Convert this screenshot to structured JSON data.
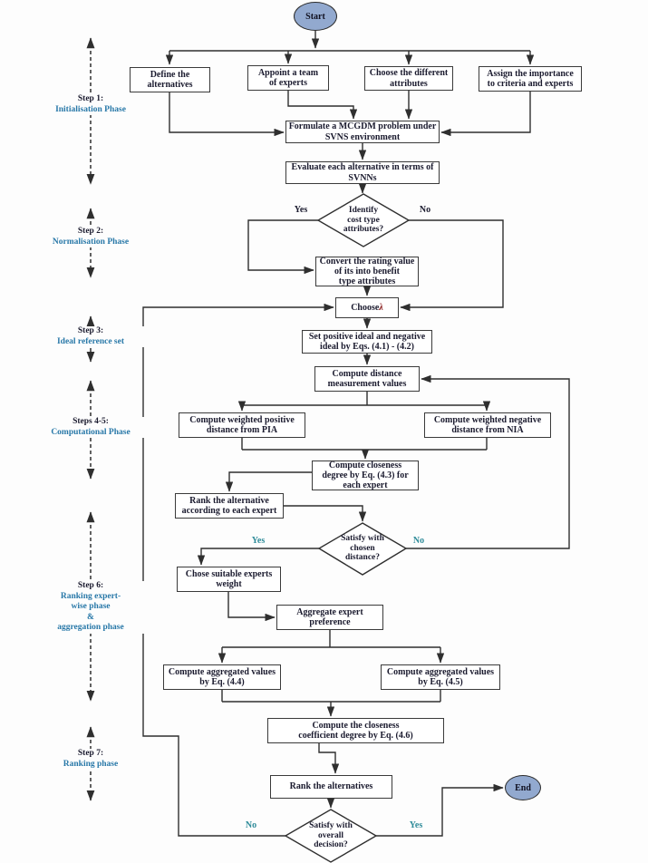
{
  "colors": {
    "terminal_fill": "#92a9cf",
    "branch_label": "#2e8b99",
    "phase_label": "#2878a8",
    "text": "#1a1a2e",
    "line": "#2f2f2f"
  },
  "terminals": {
    "start": "Start",
    "end": "End"
  },
  "steps": [
    {
      "title": "Step 1:",
      "phase": "Initialisation Phase"
    },
    {
      "title": "Step 2:",
      "phase": "Normalisation Phase"
    },
    {
      "title": "Step 3:",
      "phase": "Ideal reference set"
    },
    {
      "title": "Steps 4-5:",
      "phase": "Computational Phase"
    },
    {
      "title": "Step 6:",
      "phase": "Ranking expert-\nwise phase\n&\naggregation phase"
    },
    {
      "title": "Step 7:",
      "phase": "Ranking phase"
    }
  ],
  "nodes": {
    "define": {
      "label": "Define the\nalternatives"
    },
    "appoint": {
      "label": "Appoint a team\nof experts"
    },
    "attributes": {
      "label": "Choose the different\nattributes"
    },
    "assign": {
      "label": "Assign the importance\nto criteria and experts"
    },
    "formulate": {
      "label": "Formulate a MCGDM problem under\nSVNS environment"
    },
    "evaluate": {
      "label": "Evaluate each alternative in terms of\nSVNNs"
    },
    "convert": {
      "label": "Convert the rating value\nof its into benefit\ntype attributes"
    },
    "choose_lambda": {
      "prefix": "Choose ",
      "symbol": "λ"
    },
    "set_ideal": {
      "label": "Set positive ideal and negative\nideal by Eqs. (4.1) - (4.2)"
    },
    "distance": {
      "label": "Compute distance\nmeasurement values"
    },
    "weighted_positive": {
      "label": "Compute weighted positive\ndistance from PIA"
    },
    "weighted_negative": {
      "label": "Compute weighted negative\ndistance from NIA"
    },
    "closeness": {
      "label": "Compute closeness\ndegree by Eq. (4.3) for\neach expert"
    },
    "rank_expert": {
      "label": "Rank the alternative\naccording to each expert"
    },
    "experts_weight": {
      "label": "Chose suitable experts\nweight"
    },
    "aggregate": {
      "label": "Aggregate expert\npreference"
    },
    "agg_44": {
      "label": "Compute aggregated values\nby Eq. (4.4)"
    },
    "agg_45": {
      "label": "Compute aggregated values\nby Eq. (4.5)"
    },
    "closeness_coeff": {
      "label": "Compute the closeness\ncoefficient degree by Eq. (4.6)"
    },
    "rank_final": {
      "label": "Rank the alternatives"
    }
  },
  "decisions": {
    "cost_type": {
      "label": "Identify\ncost type\nattributes?",
      "yes": "Yes",
      "no": "No"
    },
    "chosen_distance": {
      "label": "Satisfy with\nchosen\ndistance?",
      "yes": "Yes",
      "no": "No"
    },
    "overall": {
      "label": "Satisfy with\noverall\ndecision?",
      "yes": "Yes",
      "no": "No"
    }
  }
}
